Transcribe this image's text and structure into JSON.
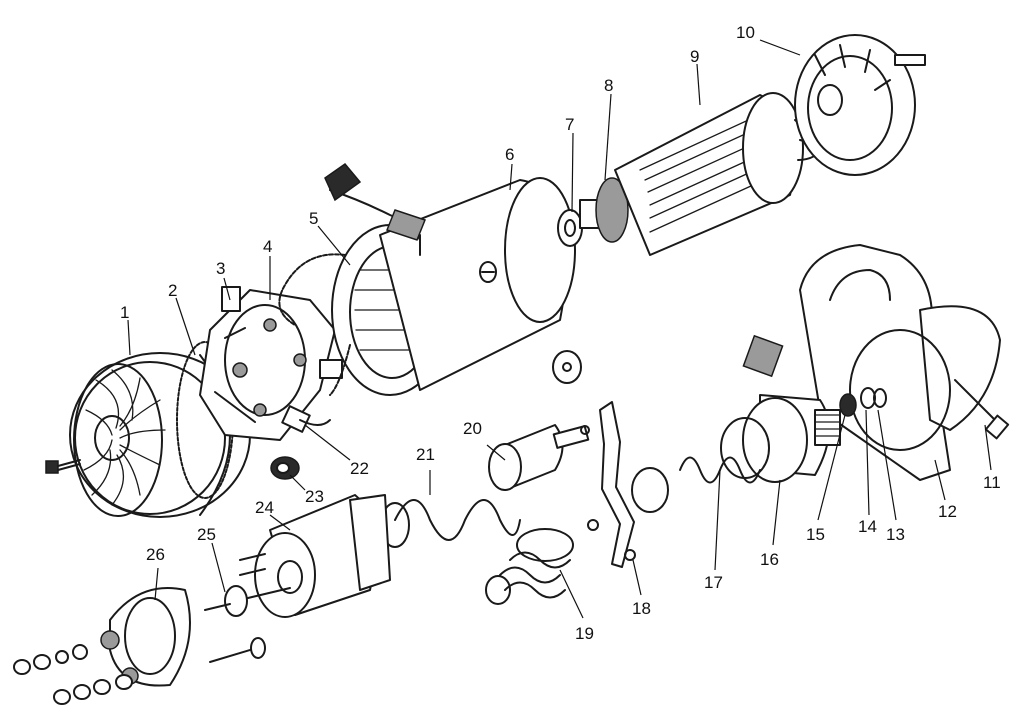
{
  "callouts": [
    {
      "id": "part-1",
      "label": "1"
    },
    {
      "id": "part-2",
      "label": "2"
    },
    {
      "id": "part-3",
      "label": "3"
    },
    {
      "id": "part-4",
      "label": "4"
    },
    {
      "id": "part-5",
      "label": "5"
    },
    {
      "id": "part-6",
      "label": "6"
    },
    {
      "id": "part-7",
      "label": "7"
    },
    {
      "id": "part-8",
      "label": "8"
    },
    {
      "id": "part-9",
      "label": "9"
    },
    {
      "id": "part-10",
      "label": "10"
    },
    {
      "id": "part-11",
      "label": "11"
    },
    {
      "id": "part-12",
      "label": "12"
    },
    {
      "id": "part-13",
      "label": "13"
    },
    {
      "id": "part-14",
      "label": "14"
    },
    {
      "id": "part-15",
      "label": "15"
    },
    {
      "id": "part-16",
      "label": "16"
    },
    {
      "id": "part-17",
      "label": "17"
    },
    {
      "id": "part-18",
      "label": "18"
    },
    {
      "id": "part-19",
      "label": "19"
    },
    {
      "id": "part-20",
      "label": "20"
    },
    {
      "id": "part-21",
      "label": "21"
    },
    {
      "id": "part-22",
      "label": "22"
    },
    {
      "id": "part-23",
      "label": "23"
    },
    {
      "id": "part-24",
      "label": "24"
    },
    {
      "id": "part-25",
      "label": "25"
    },
    {
      "id": "part-26",
      "label": "26"
    }
  ]
}
